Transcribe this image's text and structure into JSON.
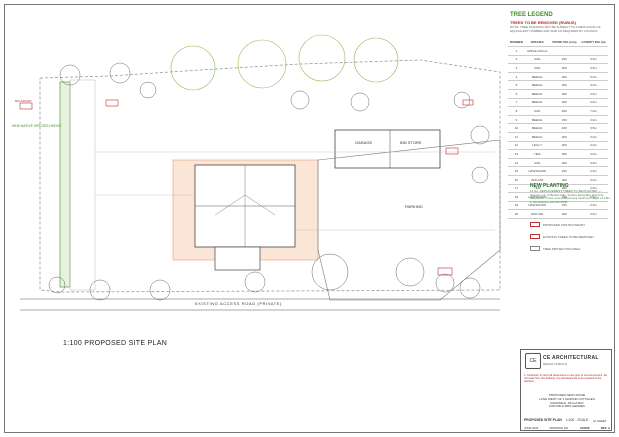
{
  "legend": {
    "title": "TREE LEGEND",
    "subtitle": "TREES TO BE REMOVED (RUBUS)",
    "note": "NOTE: TREE PLANTING MAY BE SUBJECT TO A REPLACING OF EQUIVALENT NUMBER AND SIZE AS REQUIRED BY COUNCIL",
    "columns": [
      "NUMBER",
      "SPECIES",
      "TRUNK DIA (mm)",
      "CANOPY DIA (m)"
    ],
    "rows": [
      [
        "1",
        "APPLE HOLLA",
        "",
        ""
      ],
      [
        "2",
        "ASH",
        "150",
        "3.5m"
      ],
      [
        "3",
        "ASH",
        "200",
        "4.5m"
      ],
      [
        "4",
        "BEECH",
        "300",
        "5.0m"
      ],
      [
        "5",
        "BEECH",
        "250",
        "4.0m"
      ],
      [
        "6",
        "BEECH",
        "250",
        "4.5m"
      ],
      [
        "7",
        "BEECH",
        "200",
        "2.5m"
      ],
      [
        "8",
        "OAK",
        "400",
        "7.0m"
      ],
      [
        "9",
        "BEECH",
        "150",
        "3.0m"
      ],
      [
        "10",
        "BEECH",
        "200",
        "3.5m"
      ],
      [
        "11",
        "BEECH",
        "200",
        "3.0m"
      ],
      [
        "12",
        "HOLLY",
        "200",
        "4.0m"
      ],
      [
        "13",
        "YEW",
        "300",
        "4.0m"
      ],
      [
        "14",
        "ASH",
        "300",
        "3.5m"
      ],
      [
        "15",
        "HAWTHORN",
        "150",
        "2.5m"
      ],
      [
        "16",
        "WILLOW",
        "300",
        "4.0m"
      ],
      [
        "17",
        "YEW",
        "300",
        "4.0m"
      ],
      [
        "18",
        "HAWTHORN",
        "150",
        "2.5m"
      ],
      [
        "19",
        "HAWTHORN",
        "150",
        "2.5m"
      ],
      [
        "20",
        "WILLOW",
        "200",
        "3.5m"
      ]
    ]
  },
  "new_planting": {
    "title": "NEW PLANTING",
    "text": "12 No. REPLACEMENT TREES TO BE PLANTED — Species mix of Betula utilis, Sorbus aucuparia and Acer campestre. Trees to be planted at a minimum height of 1.8m in accordance with BS 8545."
  },
  "labels": {
    "plan_title": "1:100 PROPOSED SITE PLAN",
    "access_road": "EXISTING ACCESS ROAD (PRIVATE)",
    "garage": "GARAGE",
    "bin_store": "BIN STORE",
    "parking": "PARKING",
    "new_hedge": "NEW NATIVE SPECIES HEDGE",
    "boundary": "BOUNDARY",
    "key1": "PROPOSED SITE BOUNDARY",
    "key2": "EXISTING TREES TO BE REMOVED",
    "key3": "TREE PROTECTION AREA"
  },
  "title_block": {
    "logo": "CE",
    "firm": "CE ARCHITECTURAL",
    "firm_sub": "DESIGN & BUILD",
    "note": "1. Contractor to verify all dimensions on site prior to commencement. Do not scale from this drawing. Any discrepancies to be reported to the architect.",
    "project": "PROPOSED NEW HOUSE\nLAND WEST OF 1 ALMOND COTTAGES\nCAMOMILE, SKULA BAY\nFOR MR & MRS GEDDES",
    "drawing_title": "PROPOSED SITE PLAN",
    "scale": "1:100 - SCALE",
    "sheet": "A1 SHEET",
    "date": "JUNE 2024",
    "drawing_no": "DRAWING NO.",
    "number": "242408",
    "rev": "REV: A"
  }
}
